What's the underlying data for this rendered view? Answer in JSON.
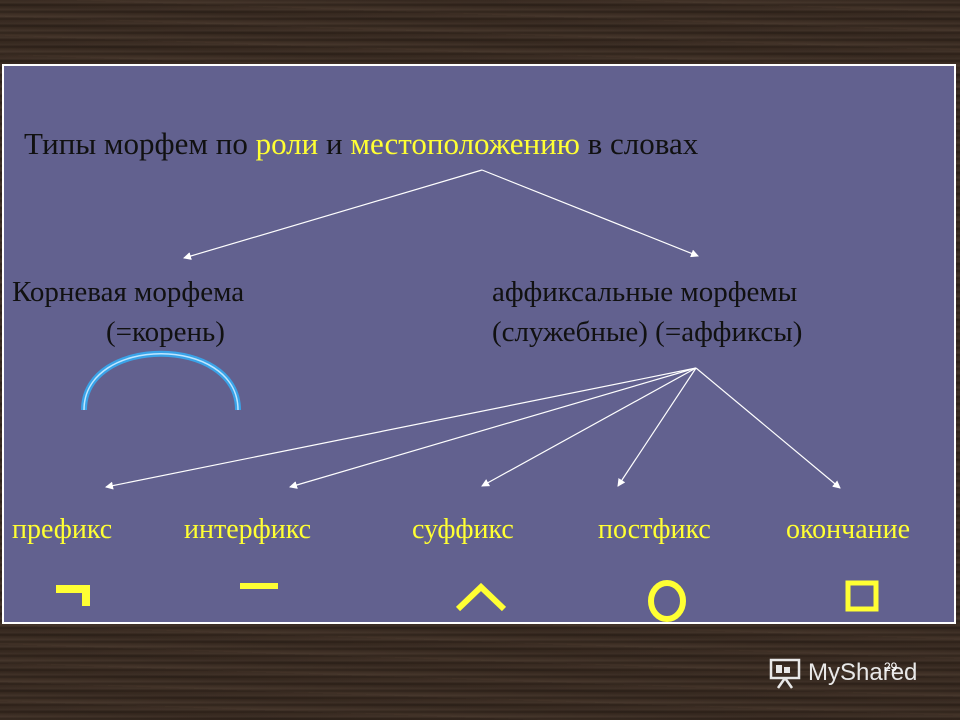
{
  "title": {
    "part1": "Типы морфем по ",
    "role": "роли",
    "part2": " и ",
    "location": "местоположению",
    "part3": " в словах"
  },
  "root": {
    "line1": "Корневая морфема",
    "line2": "(=корень)"
  },
  "affix": {
    "line1": "аффиксальные морфемы",
    "line2": "(служебные) (=аффиксы)"
  },
  "affix_types": [
    {
      "label": "префикс",
      "symbol": "corner-symbol"
    },
    {
      "label": "интерфикс",
      "symbol": "dash-symbol"
    },
    {
      "label": "суффикс",
      "symbol": "caret-symbol"
    },
    {
      "label": "постфикс",
      "symbol": "circle-symbol"
    },
    {
      "label": "окончание",
      "symbol": "square-symbol"
    }
  ],
  "colors": {
    "slide_bg": "#62618f",
    "highlight": "#ffff33",
    "arc": "#3aa3e8"
  },
  "watermark": "MyShared",
  "page_number": "29"
}
